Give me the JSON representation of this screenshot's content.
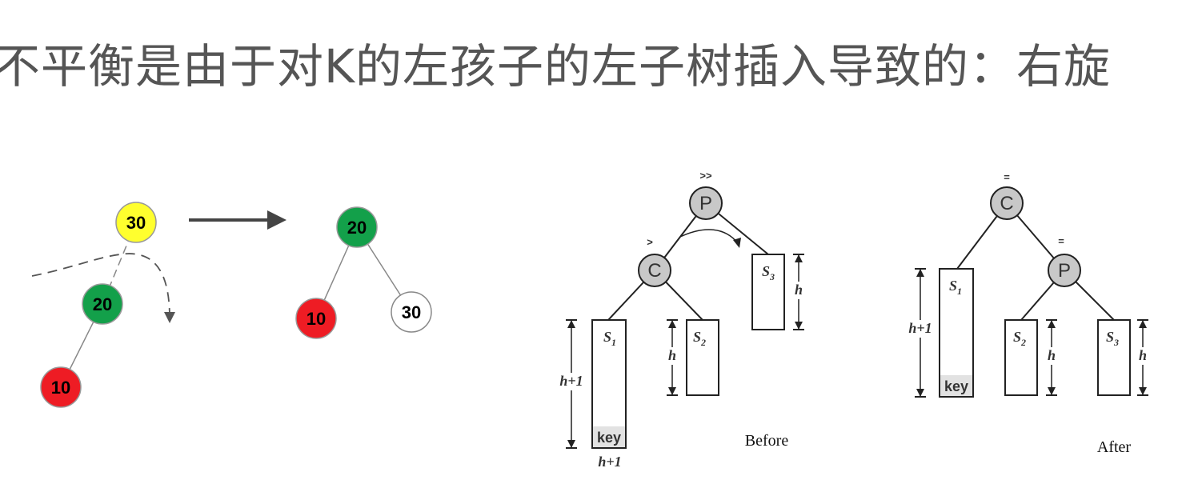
{
  "title": "不平衡是由于对K的左孩子的左子树插入导致的：右旋",
  "left_tree_before": {
    "nodes": [
      {
        "label": "30",
        "color": "#ffff2e"
      },
      {
        "label": "20",
        "color": "#13a04a"
      },
      {
        "label": "10",
        "color": "#ee1c24"
      }
    ]
  },
  "left_tree_after": {
    "nodes": [
      {
        "label": "20",
        "color": "#13a04a"
      },
      {
        "label": "10",
        "color": "#ee1c24"
      },
      {
        "label": "30",
        "color": "#ffffff"
      }
    ]
  },
  "before": {
    "caption": "Before",
    "p_label": "P",
    "c_label": "C",
    "p_balance": ">>",
    "c_balance": ">",
    "s1": {
      "name": "S",
      "sub": "1",
      "height": "h+1",
      "key": "key"
    },
    "s2": {
      "name": "S",
      "sub": "2",
      "height": "h"
    },
    "s3": {
      "name": "S",
      "sub": "3",
      "height": "h"
    },
    "extra_label": "h+1"
  },
  "after": {
    "caption": "After",
    "c_label": "C",
    "p_label": "P",
    "c_balance": "=",
    "p_balance": "=",
    "s1": {
      "name": "S",
      "sub": "1",
      "height": "h+1",
      "key": "key"
    },
    "s2": {
      "name": "S",
      "sub": "2",
      "height": "h"
    },
    "s3": {
      "name": "S",
      "sub": "3",
      "height": "h"
    }
  },
  "colors": {
    "node_gray": "#c8c8c8",
    "key_fill": "#e2e2e2",
    "arrow": "#444444"
  }
}
